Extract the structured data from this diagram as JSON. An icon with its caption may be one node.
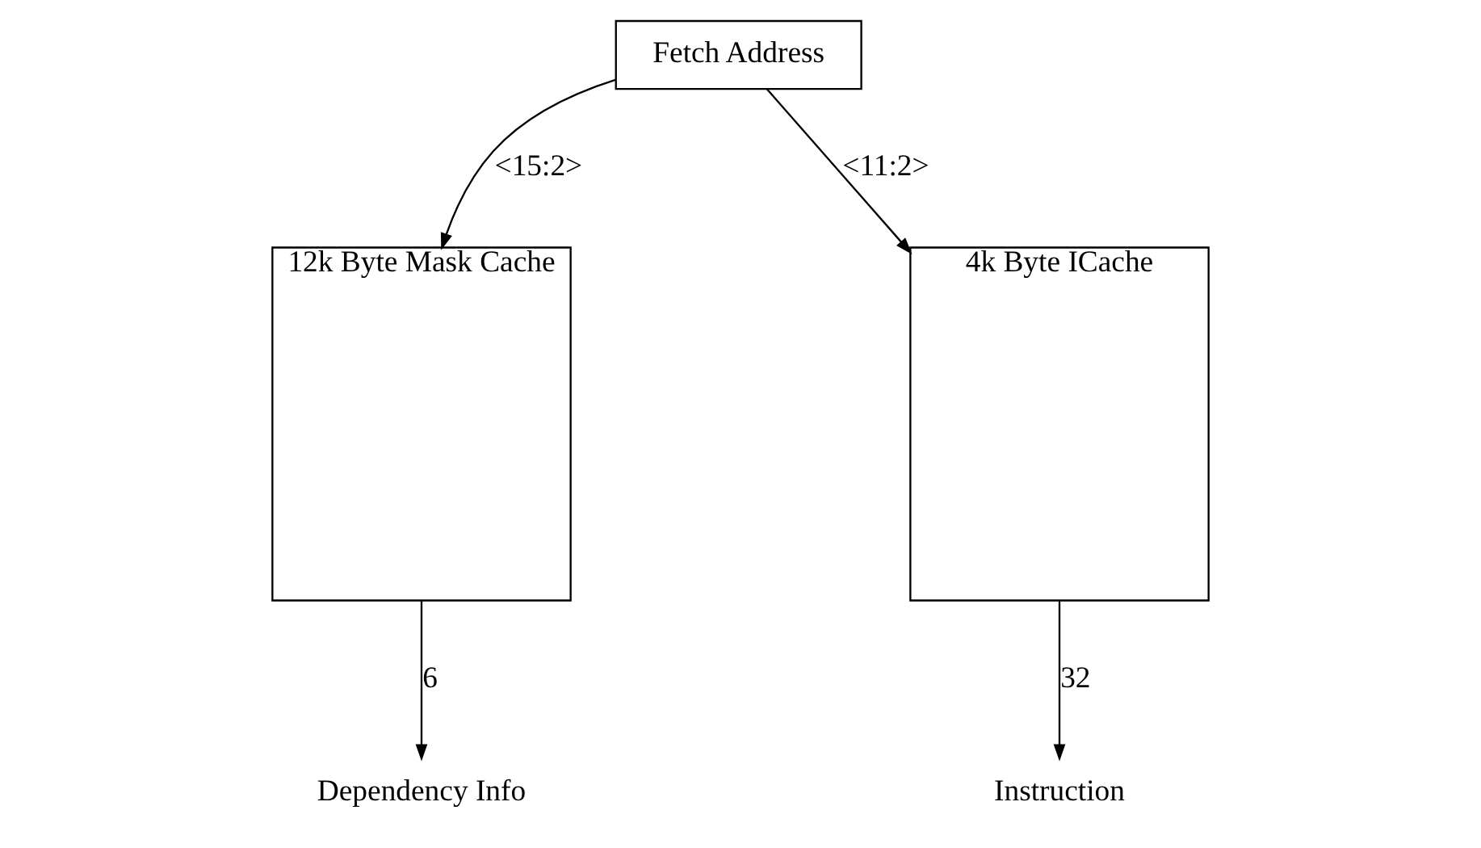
{
  "diagram": {
    "nodes": [
      {
        "text": [
          "Fetch Address"
        ]
      },
      {
        "text": [
          "12k Byte Mask Cache"
        ]
      },
      {
        "text": [
          "4k Byte ICache"
        ]
      },
      {
        "text": [
          "Dependency Info"
        ]
      },
      {
        "text": [
          "Instruction"
        ]
      }
    ],
    "edges": [
      {
        "from": 0,
        "to": 1,
        "arrow": "to",
        "label": "<15:2>"
      },
      {
        "from": 0,
        "to": 2,
        "arrow": "to",
        "label": "<11:2>"
      },
      {
        "from": 1,
        "to": 3,
        "arrow": "to",
        "label": "6"
      },
      {
        "from": 2,
        "to": 4,
        "arrow": "to",
        "label": "32"
      }
    ]
  }
}
